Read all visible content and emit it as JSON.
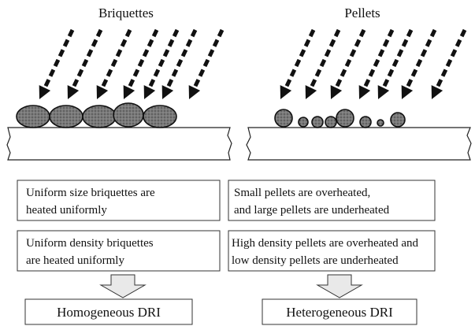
{
  "left": {
    "title": "Briquettes",
    "box1": [
      "Uniform size briquettes are",
      "heated uniformly"
    ],
    "box2": [
      "Uniform density briquettes",
      "are heated uniformly"
    ],
    "result": "Homogeneous DRI"
  },
  "right": {
    "title": "Pellets",
    "box1": [
      "Small pellets are overheated,",
      "and large pellets are underheated"
    ],
    "box2": [
      "High density pellets are overheated and",
      "low density pellets are underheated"
    ],
    "result": "Heterogeneous DRI"
  },
  "colors": {
    "ink": "#111111",
    "particle_fill": "#6e6e6e",
    "arrow_fill": "#e9e9e9"
  },
  "icons": {
    "heat_arrow": "dashed-arrow-icon",
    "result_arrow": "down-arrow-icon"
  }
}
